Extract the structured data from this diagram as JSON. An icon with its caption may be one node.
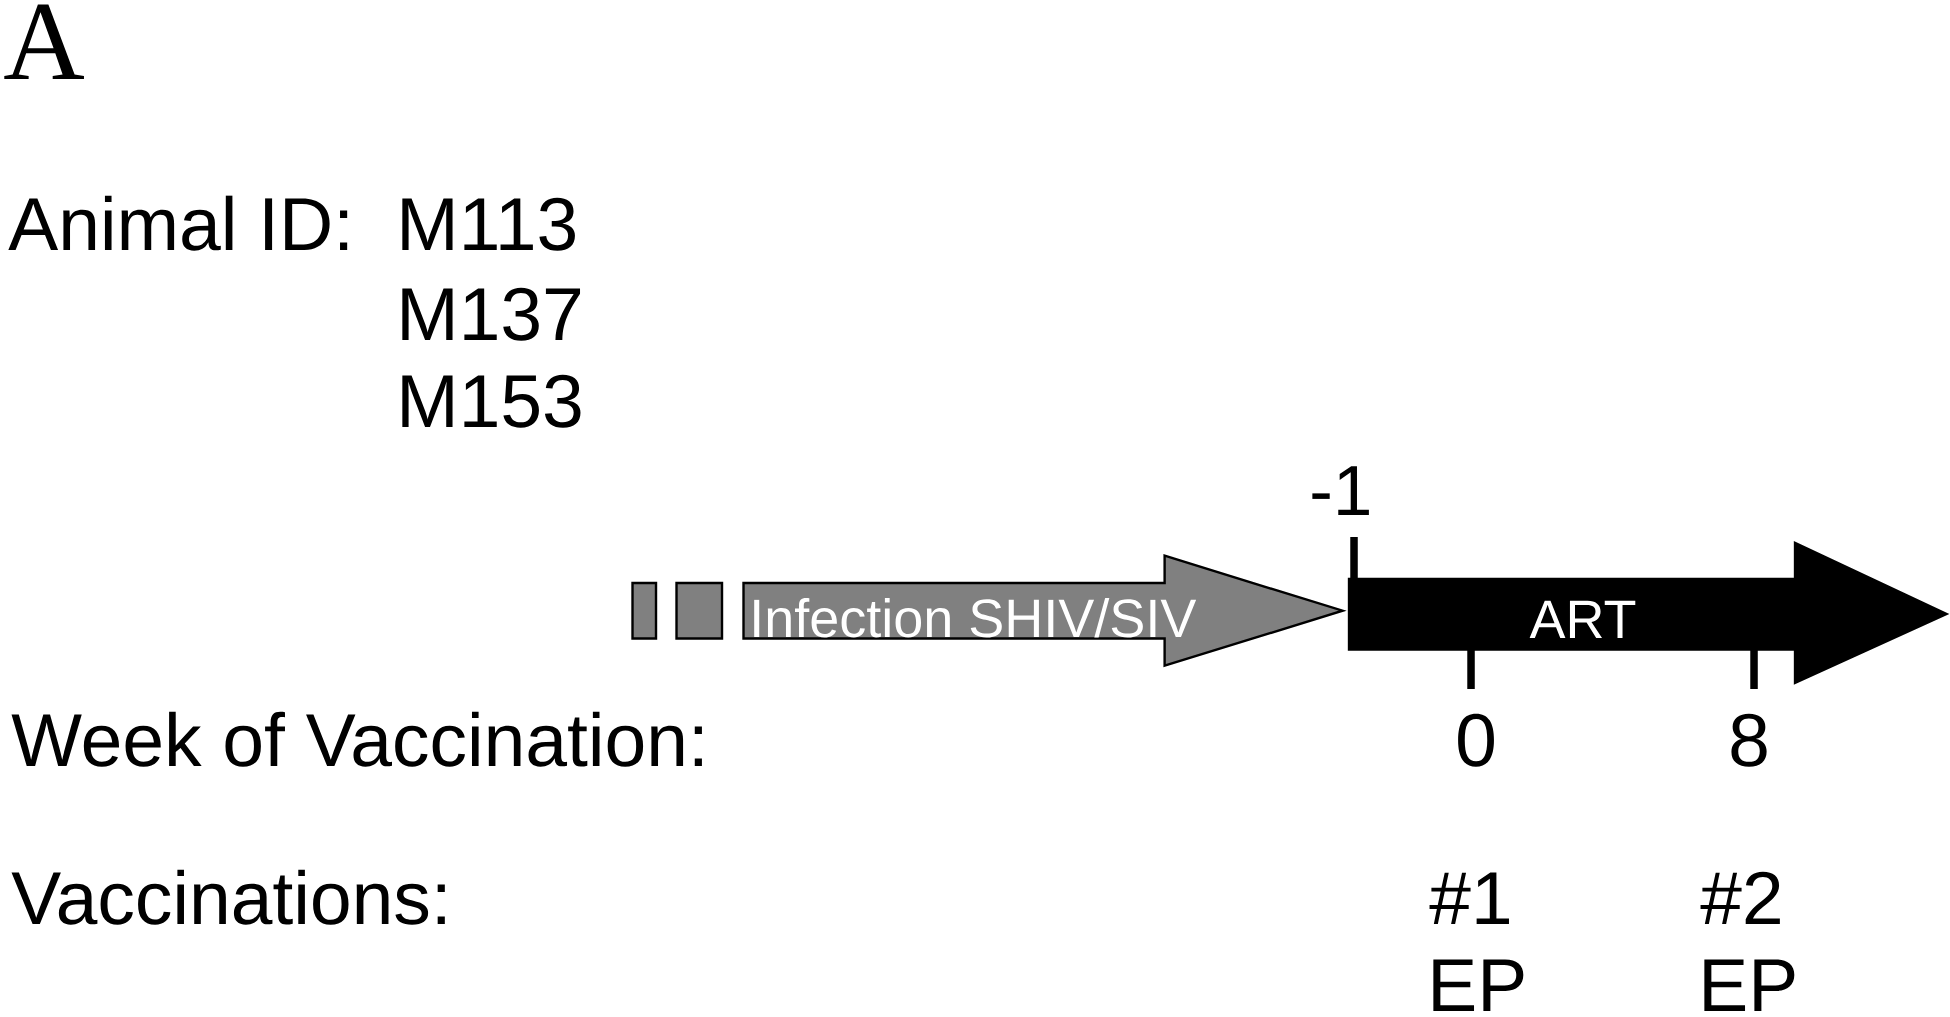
{
  "diagram": {
    "nodes": [
      {
        "text": [
          "Infection SHIV/SIV"
        ]
      },
      {
        "text": [
          "ART"
        ]
      }
    ],
    "labels": [
      "A",
      "Animal ID:",
      "M113",
      "M137",
      "M153",
      "-1",
      "Week of Vaccination:",
      "0",
      "8",
      "Vaccinations:",
      "#1",
      "#2",
      "EP",
      "EP"
    ]
  }
}
